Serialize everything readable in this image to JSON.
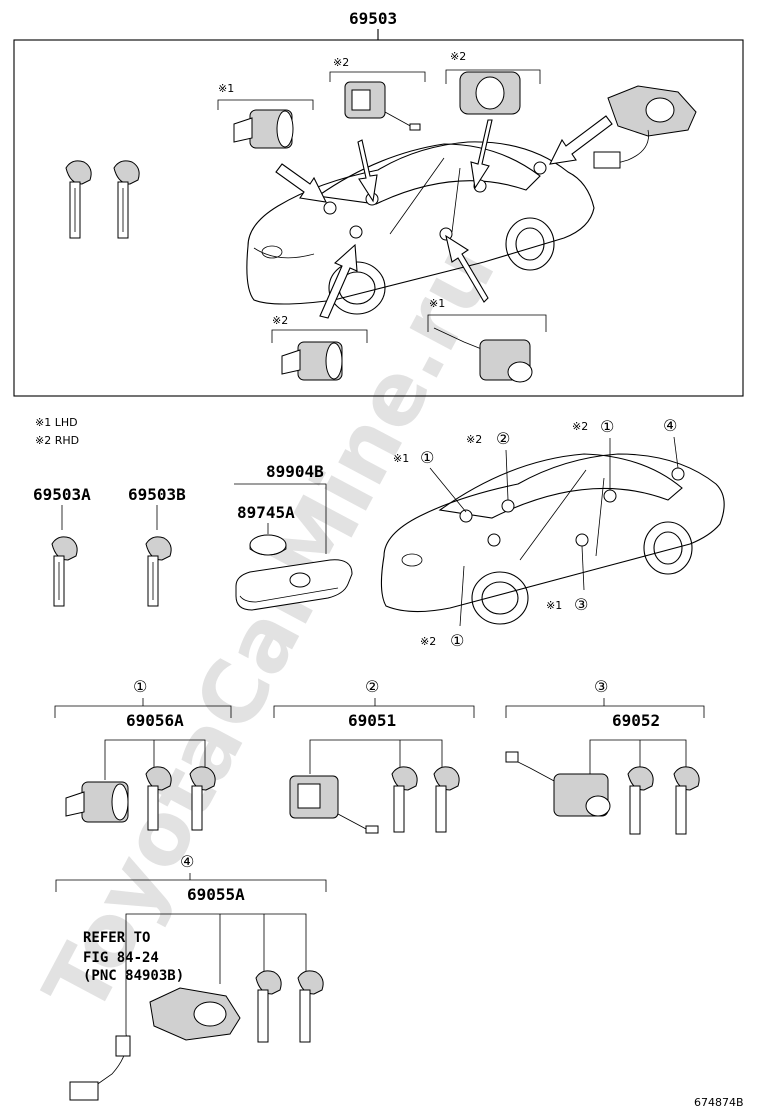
{
  "watermark": "ToyotaCarMine.ru",
  "assembly_main": "69503",
  "legend": {
    "note1": "※1 LHD",
    "note2": "※2 RHD"
  },
  "markers": {
    "m1": "※1",
    "m2": "※2"
  },
  "callouts": {
    "c1": "①",
    "c2": "②",
    "c3": "③",
    "c4": "④"
  },
  "parts": {
    "key_a": "69503A",
    "key_b": "69503B",
    "transmitter": "89904B",
    "battery": "89745A",
    "group1": "69056A",
    "group2": "69051",
    "group3": "69052",
    "group4": "69055A"
  },
  "refer_note": {
    "line1": "REFER TO",
    "line2": "FIG 84-24",
    "line3": "(PNC 84903B)"
  },
  "figure_id": "674874B"
}
